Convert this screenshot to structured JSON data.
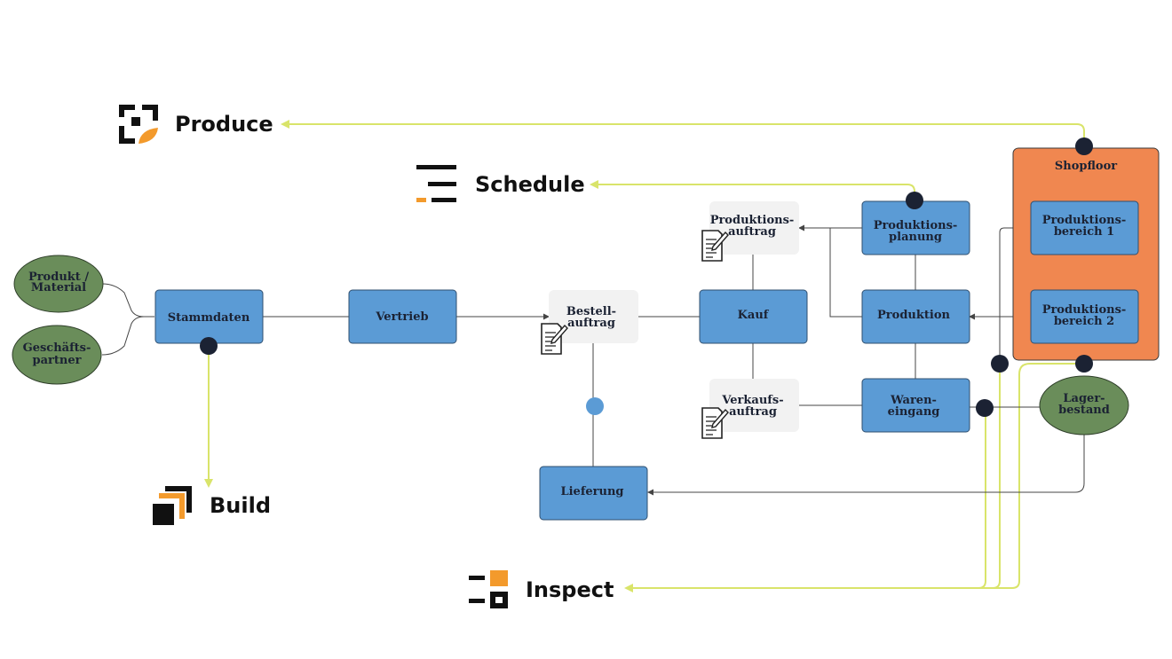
{
  "brands": {
    "produce": "Produce",
    "schedule": "Schedule",
    "build": "Build",
    "inspect": "Inspect"
  },
  "nodes": {
    "produkt_material": [
      "Produkt /",
      "Material"
    ],
    "geschaeftspartner": [
      "Geschäfts-",
      "partner"
    ],
    "stammdaten": "Stammdaten",
    "vertrieb": "Vertrieb",
    "bestellauftrag": [
      "Bestell-",
      "auftrag"
    ],
    "lieferung": "Lieferung",
    "kauf": "Kauf",
    "produktionsauftrag": [
      "Produktions-",
      "auftrag"
    ],
    "verkaufsauftrag": [
      "Verkaufs-",
      "auftrag"
    ],
    "produktionsplanung": [
      "Produktions-",
      "planung"
    ],
    "produktion": "Produktion",
    "wareneingang": [
      "Waren-",
      "eingang"
    ],
    "shopfloor": "Shopfloor",
    "produktionsbereich_1": [
      "Produktions-",
      "bereich 1"
    ],
    "produktionsbereich_2": [
      "Produktions-",
      "bereich 2"
    ],
    "lagerbestand": [
      "Lager-",
      "bestand"
    ]
  },
  "colors": {
    "process_node": "#5b9bd5",
    "data_node": "#6a8d5a",
    "shopfloor": "#f08750",
    "document": "#f2f2f2",
    "integration_line": "#d9e46a",
    "brand_accent": "#f39a2c",
    "connector_dot": "#1b2233"
  }
}
